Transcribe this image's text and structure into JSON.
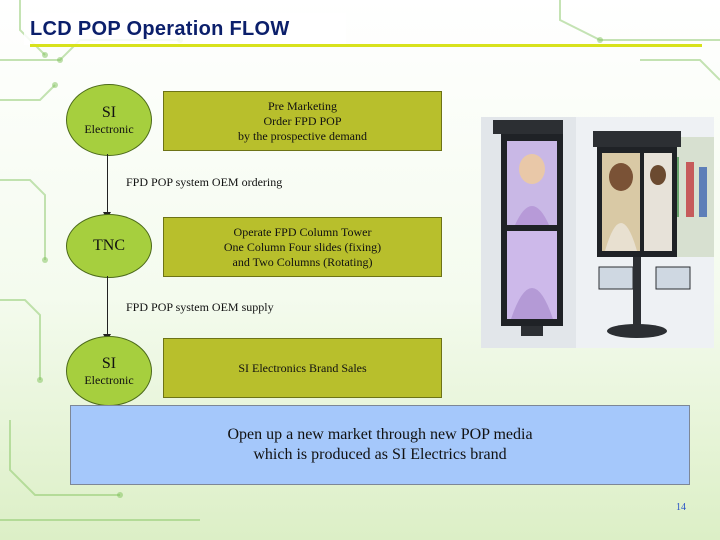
{
  "title": "LCD POP Operation FLOW",
  "flow": {
    "stage1": {
      "name": "SI",
      "sub": "Electronic",
      "lines": [
        "Pre Marketing",
        "Order FPD POP",
        "by the prospective demand"
      ]
    },
    "arrow1": "FPD POP system OEM ordering",
    "stage2": {
      "name": "TNC",
      "lines": [
        "Operate FPD Column Tower",
        "One Column Four slides (fixing)",
        "and Two Columns (Rotating)"
      ]
    },
    "arrow2": "FPD POP system OEM supply",
    "stage3": {
      "name": "SI",
      "sub": "Electronic",
      "lines": [
        "SI Electronics Brand Sales"
      ]
    }
  },
  "summary": [
    "Open up a new market through new POP media",
    "which is produced as SI Electrics brand"
  ],
  "page_number": "14",
  "colors": {
    "ellipse_fill": "#a6cf3e",
    "box_fill": "#b8bf2c",
    "summary_fill": "#a5c8fb",
    "title_color": "#0b1f6b",
    "title_rule": "#d8e21c"
  }
}
